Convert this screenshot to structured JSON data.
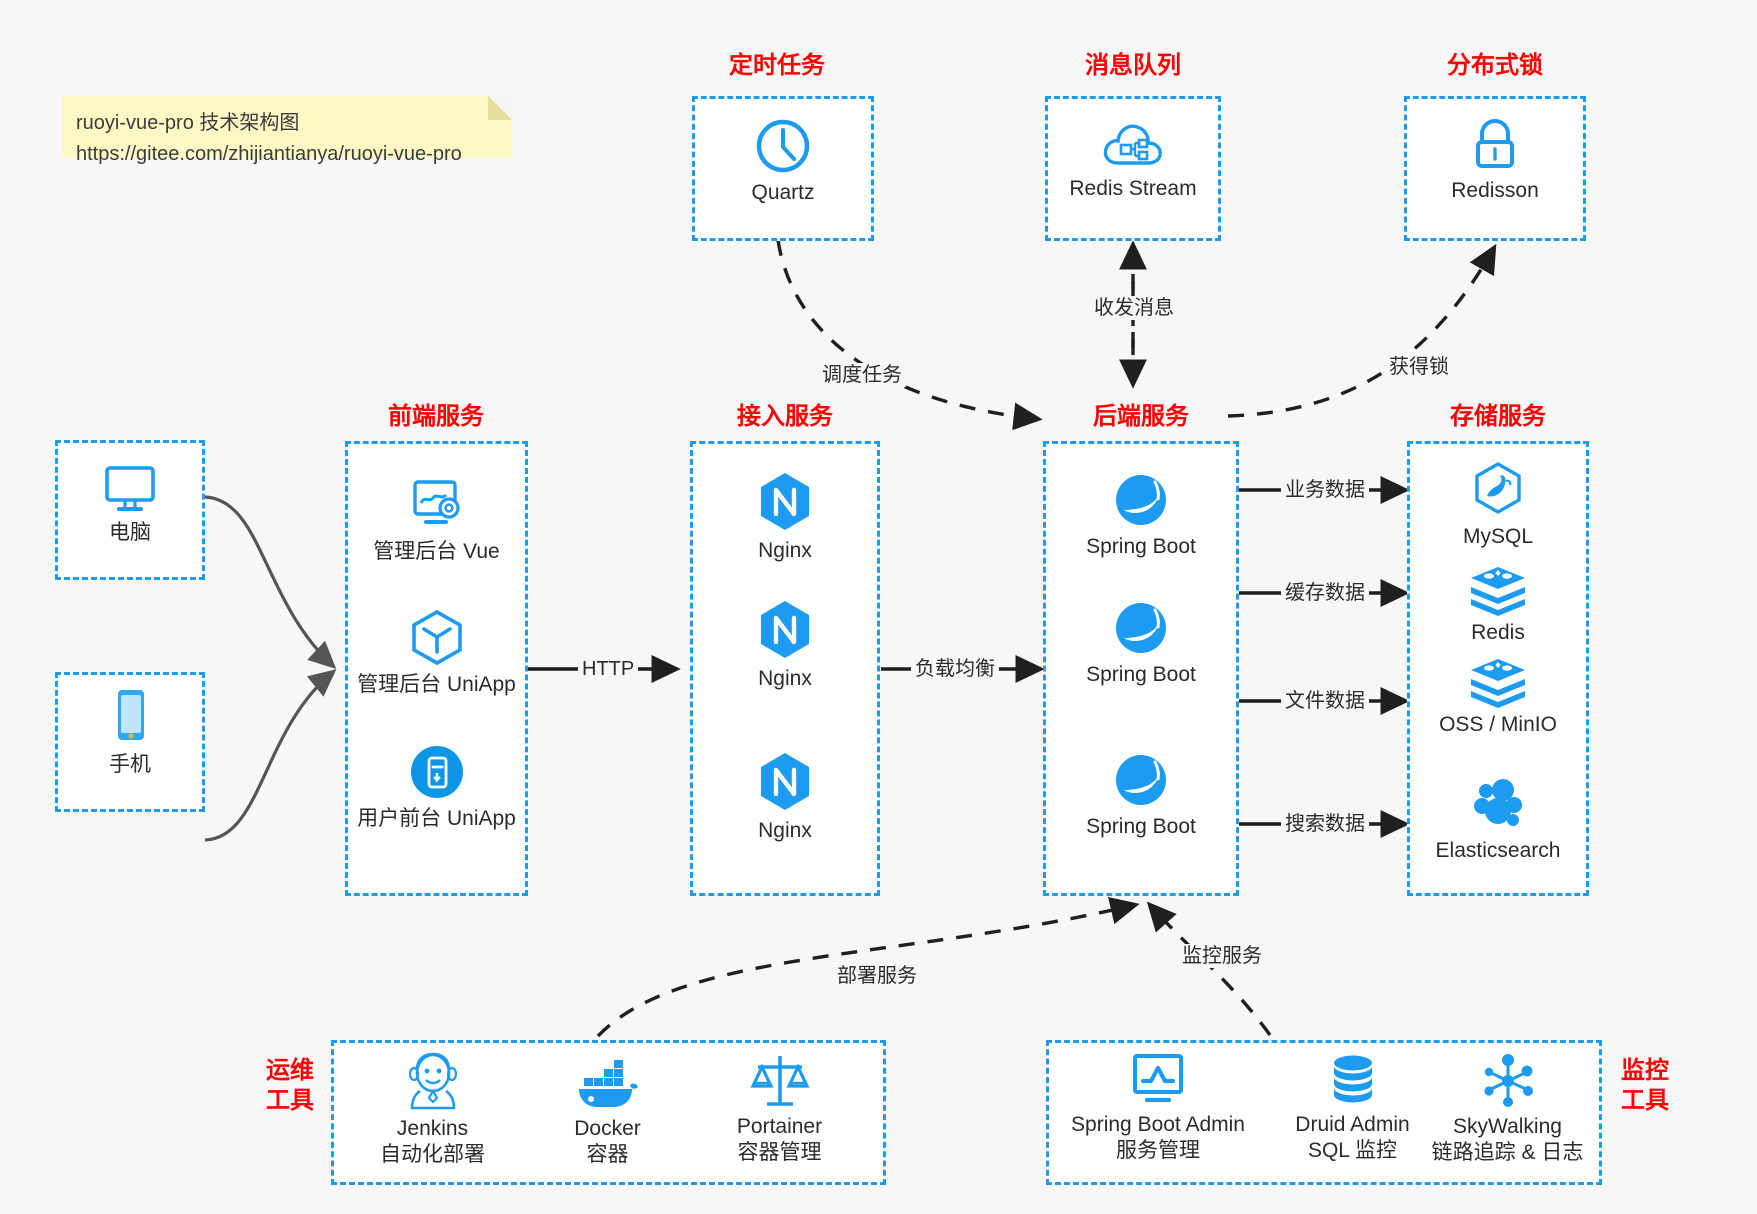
{
  "note": {
    "line1": "ruoyi-vue-pro 技术架构图",
    "line2": "https://gitee.com/zhijiantianya/ruoyi-vue-pro"
  },
  "colors": {
    "accent_blue": "#1c9bf0",
    "title_red": "#ff0000",
    "text_dark": "#2b2b2b",
    "canvas": "#f7f7f7",
    "note_yellow": "#fdf8c4",
    "arrow_black": "#1f1f1f",
    "arrow_gray": "#555555"
  },
  "groups": {
    "schedule": {
      "title": "定时任务",
      "nodes": [
        {
          "label": "Quartz",
          "icon": "clock-icon"
        }
      ]
    },
    "mq": {
      "title": "消息队列",
      "nodes": [
        {
          "label": "Redis Stream",
          "icon": "cloud-stream-icon"
        }
      ]
    },
    "lock": {
      "title": "分布式锁",
      "nodes": [
        {
          "label": "Redisson",
          "icon": "padlock-icon"
        }
      ]
    },
    "clients": {
      "nodes": [
        {
          "label": "电脑",
          "icon": "desktop-monitor-icon"
        },
        {
          "label": "手机",
          "icon": "mobile-phone-icon"
        }
      ]
    },
    "frontend": {
      "title": "前端服务",
      "nodes": [
        {
          "label": "管理后台 Vue",
          "icon": "dashboard-gear-icon"
        },
        {
          "label": "管理后台 UniApp",
          "icon": "cube-icon"
        },
        {
          "label": "用户前台 UniApp",
          "icon": "mobile-app-icon"
        }
      ]
    },
    "gateway": {
      "title": "接入服务",
      "nodes": [
        {
          "label": "Nginx",
          "icon": "nginx-icon"
        },
        {
          "label": "Nginx",
          "icon": "nginx-icon"
        },
        {
          "label": "Nginx",
          "icon": "nginx-icon"
        }
      ]
    },
    "backend": {
      "title": "后端服务",
      "nodes": [
        {
          "label": "Spring Boot",
          "icon": "spring-boot-icon"
        },
        {
          "label": "Spring Boot",
          "icon": "spring-boot-icon"
        },
        {
          "label": "Spring Boot",
          "icon": "spring-boot-icon"
        }
      ]
    },
    "storage": {
      "title": "存储服务",
      "nodes": [
        {
          "label": "MySQL",
          "icon": "mysql-dolphin-icon"
        },
        {
          "label": "Redis",
          "icon": "redis-stack-icon"
        },
        {
          "label": "OSS / MinIO",
          "icon": "redis-stack-icon"
        },
        {
          "label": "Elasticsearch",
          "icon": "elasticsearch-icon"
        }
      ]
    },
    "devops": {
      "title_line1": "运维",
      "title_line2": "工具",
      "nodes": [
        {
          "label": "Jenkins",
          "sublabel": "自动化部署",
          "icon": "jenkins-butler-icon"
        },
        {
          "label": "Docker",
          "sublabel": "容器",
          "icon": "docker-whale-icon"
        },
        {
          "label": "Portainer",
          "sublabel": "容器管理",
          "icon": "scales-balance-icon"
        }
      ]
    },
    "monitoring": {
      "title_line1": "监控",
      "title_line2": "工具",
      "nodes": [
        {
          "label": "Spring Boot Admin",
          "sublabel": "服务管理",
          "icon": "monitor-chart-icon"
        },
        {
          "label": "Druid Admin",
          "sublabel": "SQL 监控",
          "icon": "database-cylinder-icon"
        },
        {
          "label": "SkyWalking",
          "sublabel": "链路追踪 & 日志",
          "icon": "network-nodes-icon"
        }
      ]
    }
  },
  "edges": [
    {
      "id": "http",
      "label": "HTTP",
      "from": "frontend",
      "to": "gateway"
    },
    {
      "id": "loadbalance",
      "label": "负载均衡",
      "from": "gateway",
      "to": "backend"
    },
    {
      "id": "schedule",
      "label": "调度任务",
      "from": "schedule",
      "to": "backend"
    },
    {
      "id": "message",
      "label": "收发消息",
      "from": "mq",
      "to": "backend"
    },
    {
      "id": "lock",
      "label": "获得锁",
      "from": "backend",
      "to": "lock"
    },
    {
      "id": "bizdata",
      "label": "业务数据",
      "from": "backend",
      "to": "storage"
    },
    {
      "id": "cachedata",
      "label": "缓存数据",
      "from": "backend",
      "to": "storage"
    },
    {
      "id": "filedata",
      "label": "文件数据",
      "from": "backend",
      "to": "storage"
    },
    {
      "id": "searchdata",
      "label": "搜索数据",
      "from": "backend",
      "to": "storage"
    },
    {
      "id": "deploy",
      "label": "部署服务",
      "from": "devops",
      "to": "backend"
    },
    {
      "id": "monitor",
      "label": "监控服务",
      "from": "monitoring",
      "to": "backend"
    }
  ]
}
